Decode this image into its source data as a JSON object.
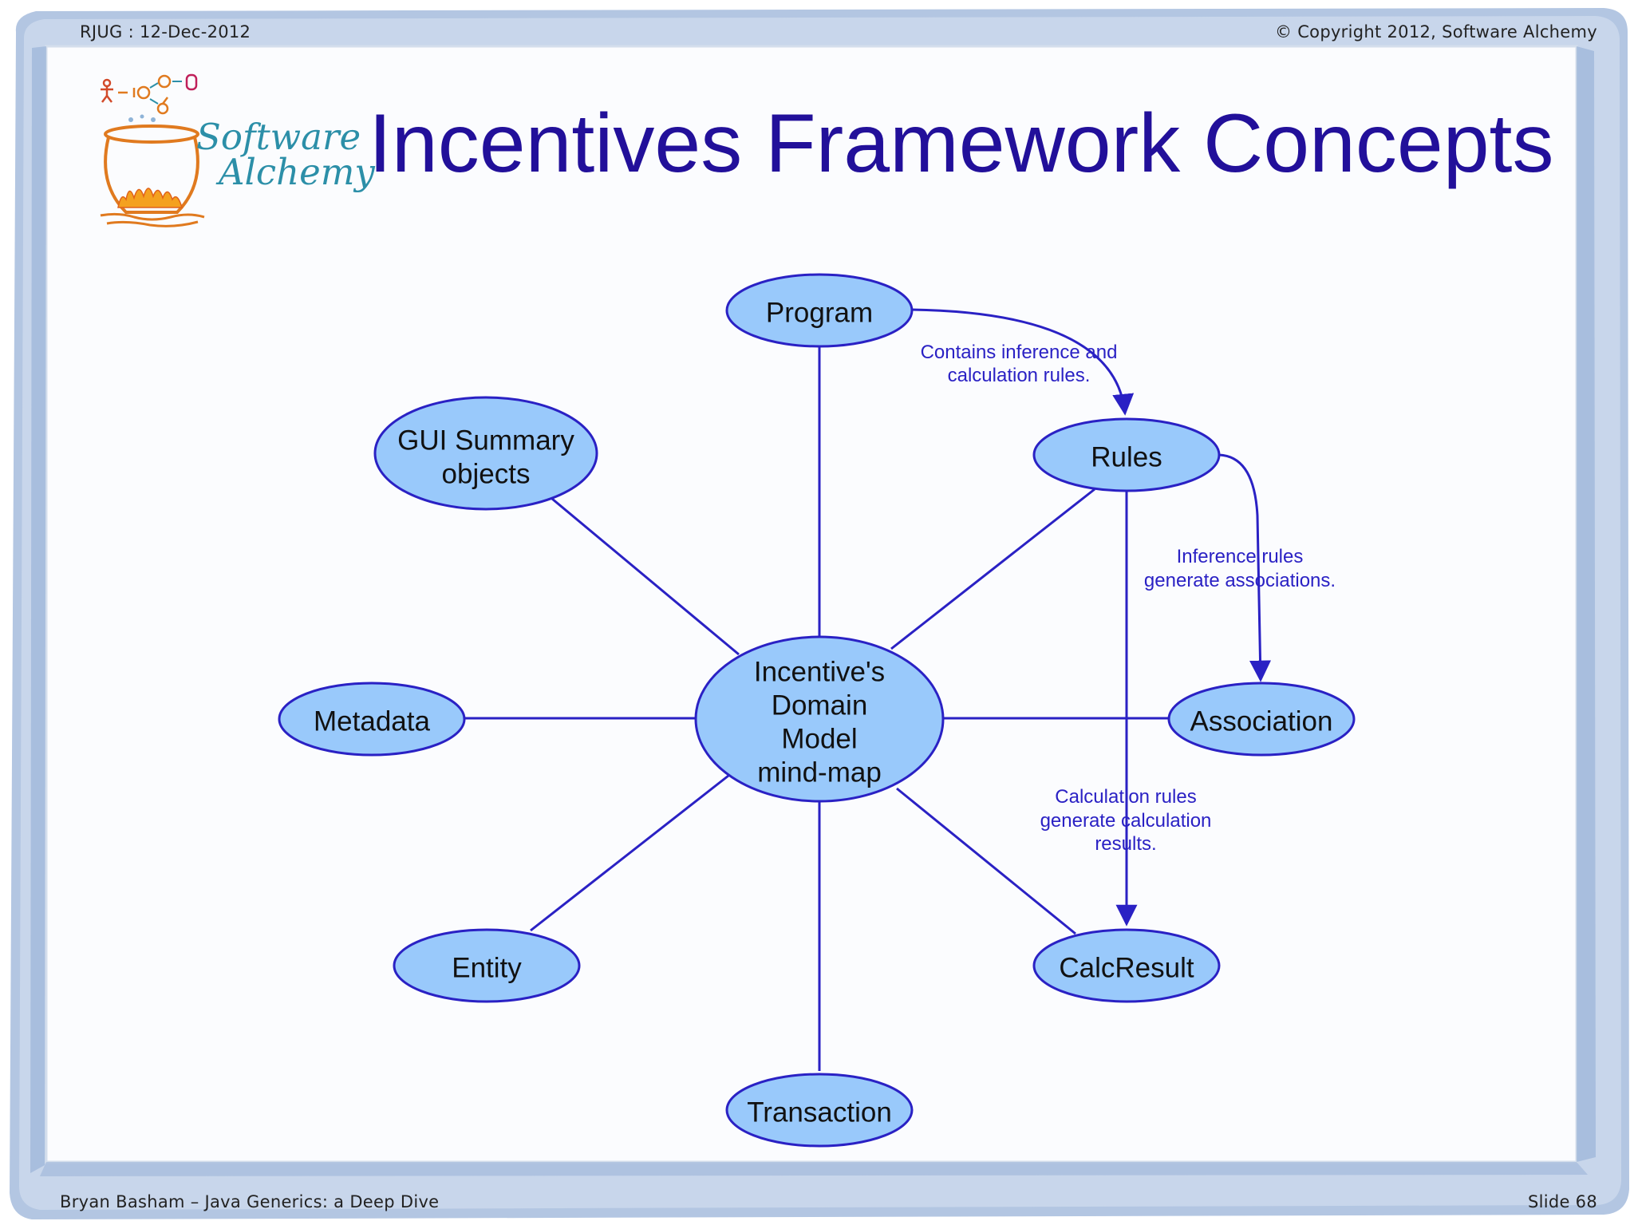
{
  "header": {
    "left": "RJUG : 12-Dec-2012",
    "right": "© Copyright 2012, Software Alchemy"
  },
  "footer": {
    "left": "Bryan Basham – Java Generics: a Deep Dive",
    "right": "Slide 68"
  },
  "logo": {
    "line1": "Software",
    "line2": "Alchemy"
  },
  "title": "Incentives Framework Concepts",
  "diagram": {
    "nodes": {
      "center": [
        "Incentive's",
        "Domain",
        "Model",
        "mind-map"
      ],
      "program": [
        "Program"
      ],
      "gui": [
        "GUI Summary",
        "objects"
      ],
      "rules": [
        "Rules"
      ],
      "metadata": [
        "Metadata"
      ],
      "association": [
        "Association"
      ],
      "entity": [
        "Entity"
      ],
      "calcresult": [
        "CalcResult"
      ],
      "transaction": [
        "Transaction"
      ]
    },
    "annotations": {
      "program_rules": [
        "Contains inference and",
        "calculation rules."
      ],
      "rules_association": [
        "Inference rules",
        "generate associations."
      ],
      "rules_calcresult": [
        "Calculation rules",
        "generate calculation",
        "results."
      ]
    }
  },
  "colors": {
    "title": "#22109a",
    "node_fill": "#99c9fb",
    "node_stroke": "#2a21c4",
    "logo_text": "#2c8fa8",
    "frame": "#a9bfdd"
  }
}
